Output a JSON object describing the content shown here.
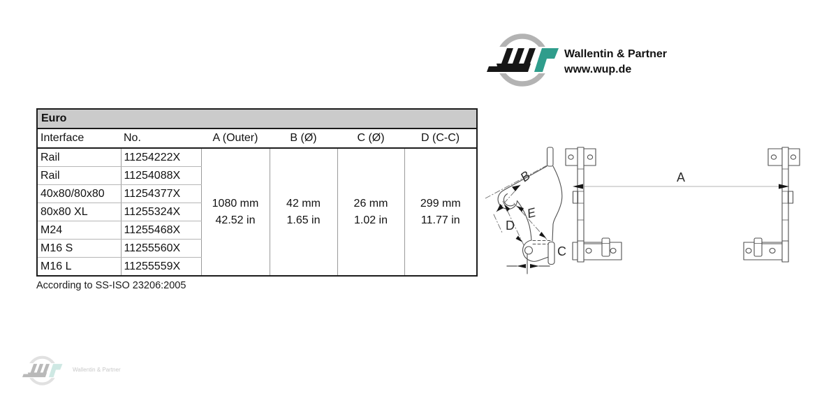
{
  "logo": {
    "company": "Wallentin & Partner",
    "url": "www.wup.de"
  },
  "table": {
    "title": "Euro",
    "columns": [
      "Interface",
      "No.",
      "A (Outer)",
      "B (Ø)",
      "C (Ø)",
      "D (C-C)"
    ],
    "rows": [
      {
        "interface": "Rail",
        "no": "11254222X"
      },
      {
        "interface": "Rail",
        "no": "11254088X"
      },
      {
        "interface": "40x80/80x80",
        "no": "11254377X"
      },
      {
        "interface": "80x80 XL",
        "no": "11255324X"
      },
      {
        "interface": "M24",
        "no": "11255468X"
      },
      {
        "interface": "M16 S",
        "no": "11255560X"
      },
      {
        "interface": "M16 L",
        "no": "11255559X"
      }
    ],
    "measurements": {
      "a_outer": {
        "mm": "1080 mm",
        "in": "42.52 in"
      },
      "b": {
        "mm": "42 mm",
        "in": "1.65 in"
      },
      "c": {
        "mm": "26 mm",
        "in": "1.02 in"
      },
      "d": {
        "mm": "299 mm",
        "in": "11.77 in"
      }
    }
  },
  "footnote": "According to SS-ISO 23206:2005",
  "drawing": {
    "labels": {
      "a": "A",
      "b": "B",
      "c": "C",
      "d": "D",
      "e": "E"
    }
  },
  "watermark": {
    "company": "Wallentin & Partner"
  },
  "colors": {
    "logo_teal": "#2f9d8c",
    "logo_black": "#161616",
    "logo_ring_gray": "#b3b3b3",
    "table_title_bg": "#cbcbcb",
    "drawing_line": "#4f4f4f"
  }
}
